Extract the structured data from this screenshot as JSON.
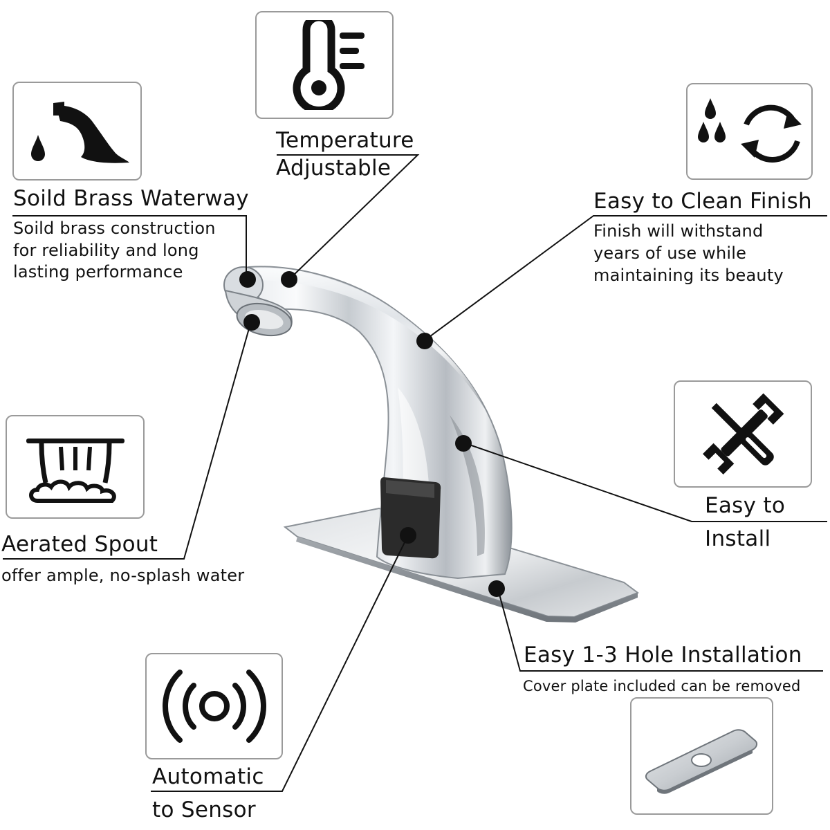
{
  "features": {
    "temperature": {
      "icon": "thermometer-icon",
      "title_line1": "Temperature",
      "title_line2": "Adjustable"
    },
    "waterway": {
      "icon": "faucet-drop-icon",
      "title": "Soild Brass Waterway",
      "desc_line1": "Soild brass construction",
      "desc_line2": "for reliability and long",
      "desc_line3": "lasting performance"
    },
    "clean_finish": {
      "icon": "drops-refresh-icon",
      "title": "Easy to Clean Finish",
      "desc_line1": "Finish will withstand",
      "desc_line2": "years of use while",
      "desc_line3": "maintaining its beauty"
    },
    "install": {
      "icon": "wrench-screwdriver-icon",
      "title_line1": "Easy to",
      "title_line2": "Install"
    },
    "aerated": {
      "icon": "waterfall-icon",
      "title": "Aerated Spout",
      "desc": "offer ample, no-splash water"
    },
    "hole_install": {
      "title": "Easy 1-3 Hole Installation",
      "desc": "Cover plate included can be removed",
      "image": "cover-plate-image"
    },
    "sensor": {
      "icon": "sensor-waves-icon",
      "title_line1": "Automatic",
      "title_line2": "to Sensor"
    }
  },
  "colors": {
    "text": "#111111",
    "box_border": "#9a9a9a",
    "chrome_light": "#f2f4f6",
    "chrome_dark": "#6d7278",
    "sensor": "#2b2b2b"
  }
}
